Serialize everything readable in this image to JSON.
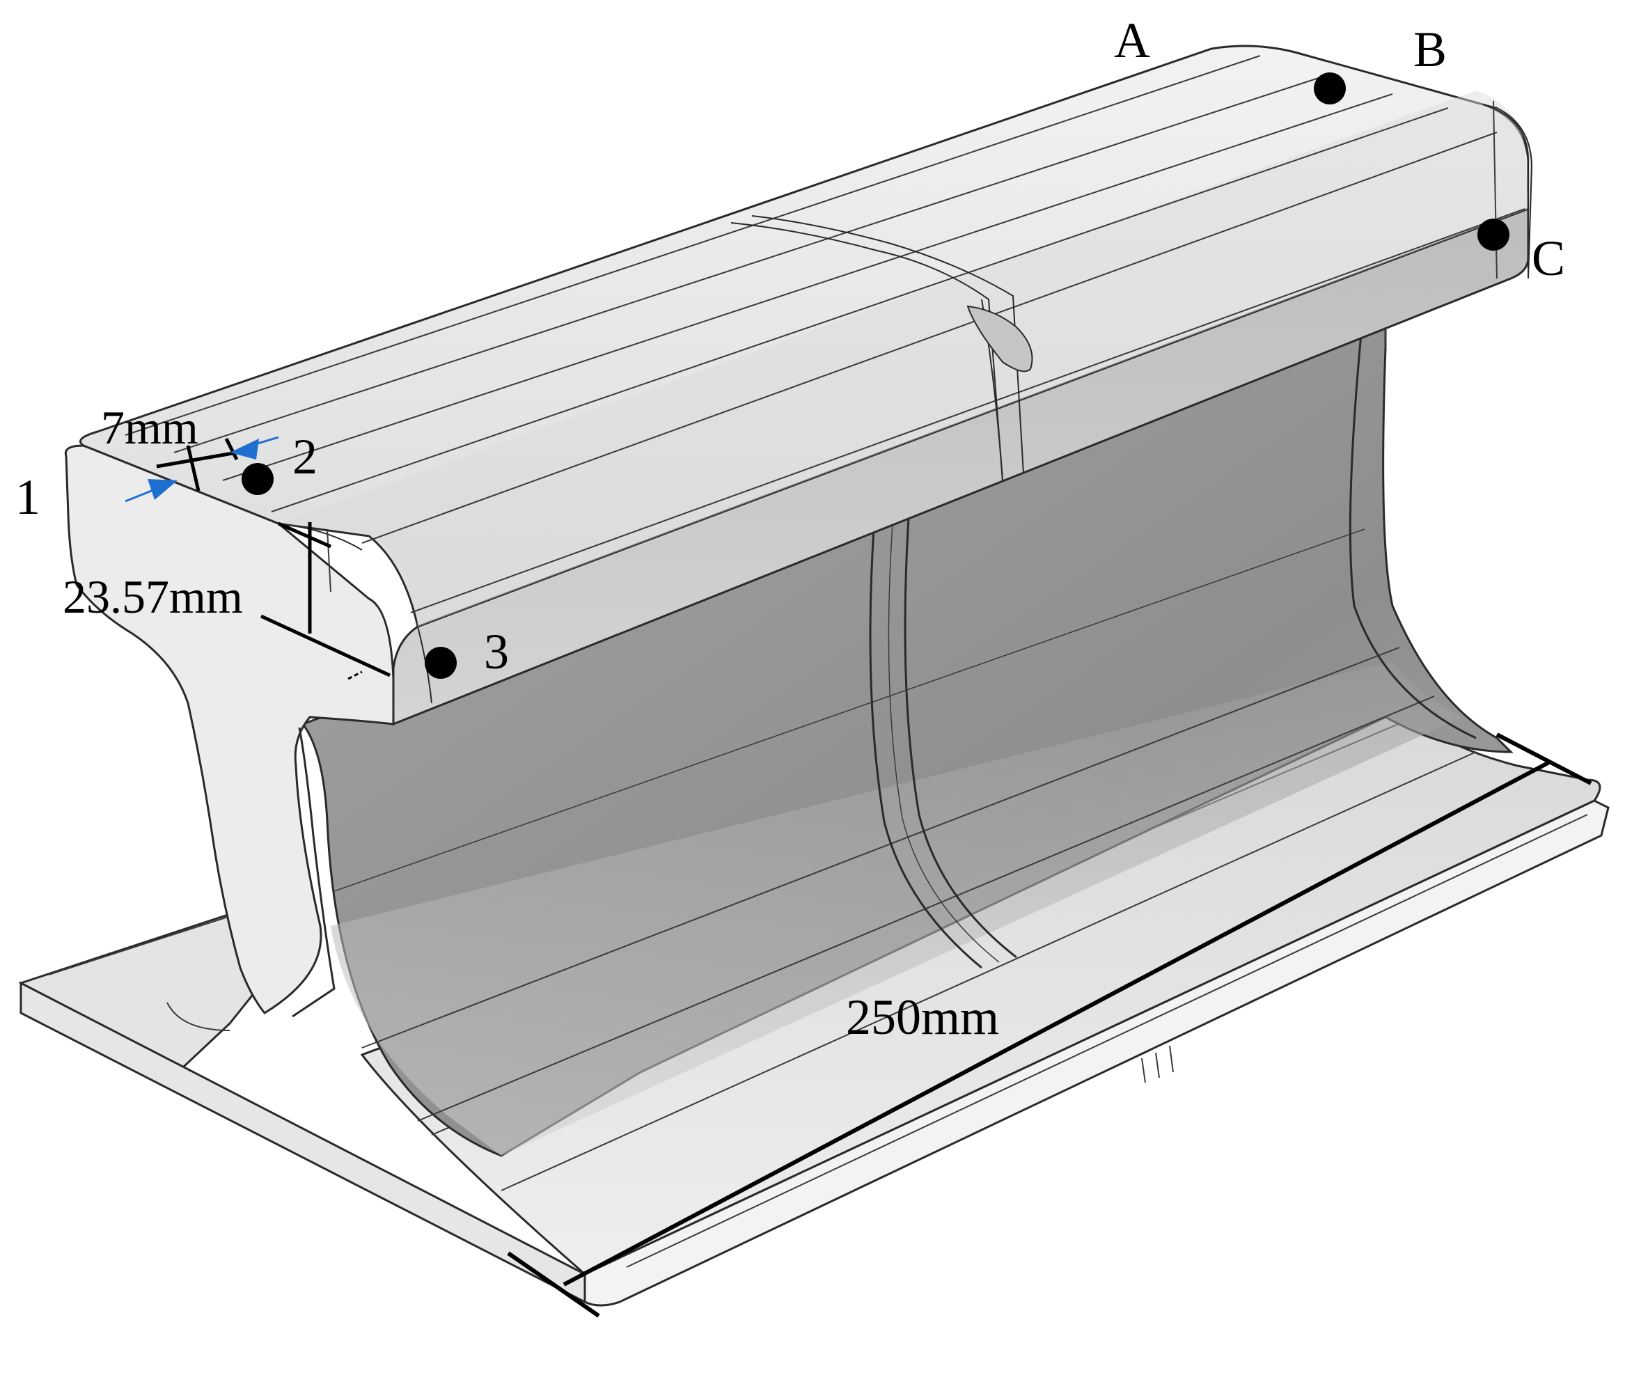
{
  "figure": {
    "point_labels": {
      "A": "A",
      "B": "B",
      "C": "C",
      "p1": "1",
      "p2": "2",
      "p3": "3"
    },
    "dimensions": {
      "gauge_offset": "7mm",
      "head_depth": "23.57mm",
      "length": "250mm"
    },
    "colors": {
      "top_face": "#e9e9e9",
      "front_face": "#d6d6d6",
      "web_face": "#9a9a9a",
      "end_face": "#ececec",
      "edge": "#2a2a2a",
      "marker": "#000000",
      "arrow": "#1f6fd1"
    }
  }
}
